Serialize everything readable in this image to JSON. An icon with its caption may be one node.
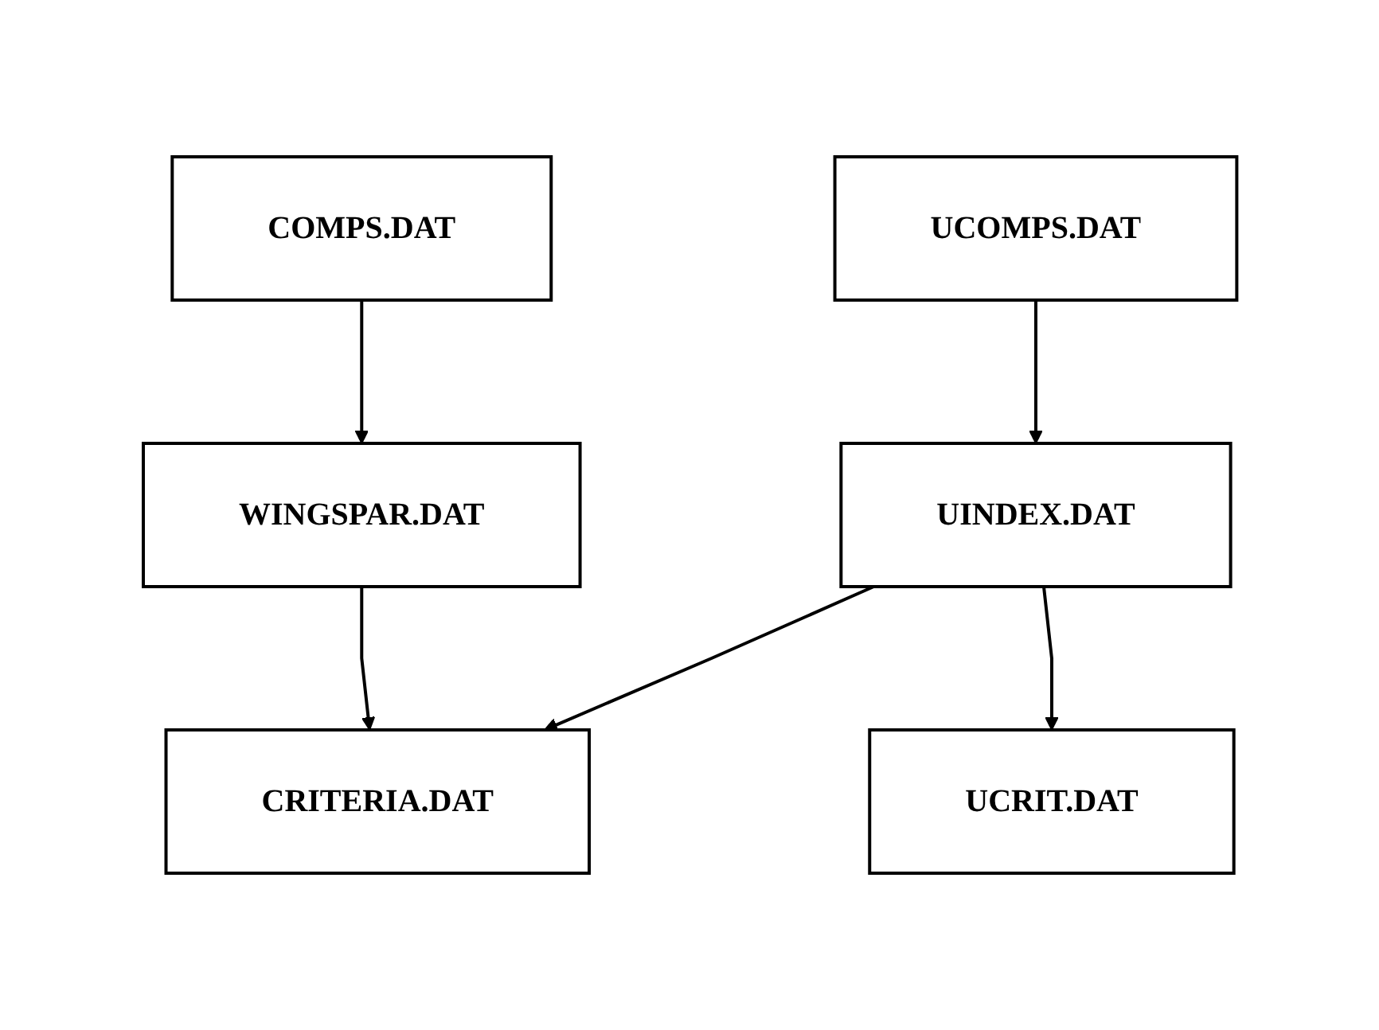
{
  "diagram": {
    "nodes": [
      {
        "text": [
          "COMPS.DAT"
        ]
      },
      {
        "text": [
          "UCOMPS.DAT"
        ]
      },
      {
        "text": [
          "WINGSPAR.DAT"
        ]
      },
      {
        "text": [
          "UINDEX.DAT"
        ]
      },
      {
        "text": [
          "CRITERIA.DAT"
        ]
      },
      {
        "text": [
          "UCRIT.DAT"
        ]
      }
    ],
    "edges": [
      {
        "from": 0,
        "to": 2,
        "arrow": "to"
      },
      {
        "from": 1,
        "to": 3,
        "arrow": "to"
      },
      {
        "from": 2,
        "to": 4,
        "arrow": "to"
      },
      {
        "from": 3,
        "to": 4,
        "arrow": "to"
      },
      {
        "from": 3,
        "to": 5,
        "arrow": "to"
      }
    ]
  }
}
